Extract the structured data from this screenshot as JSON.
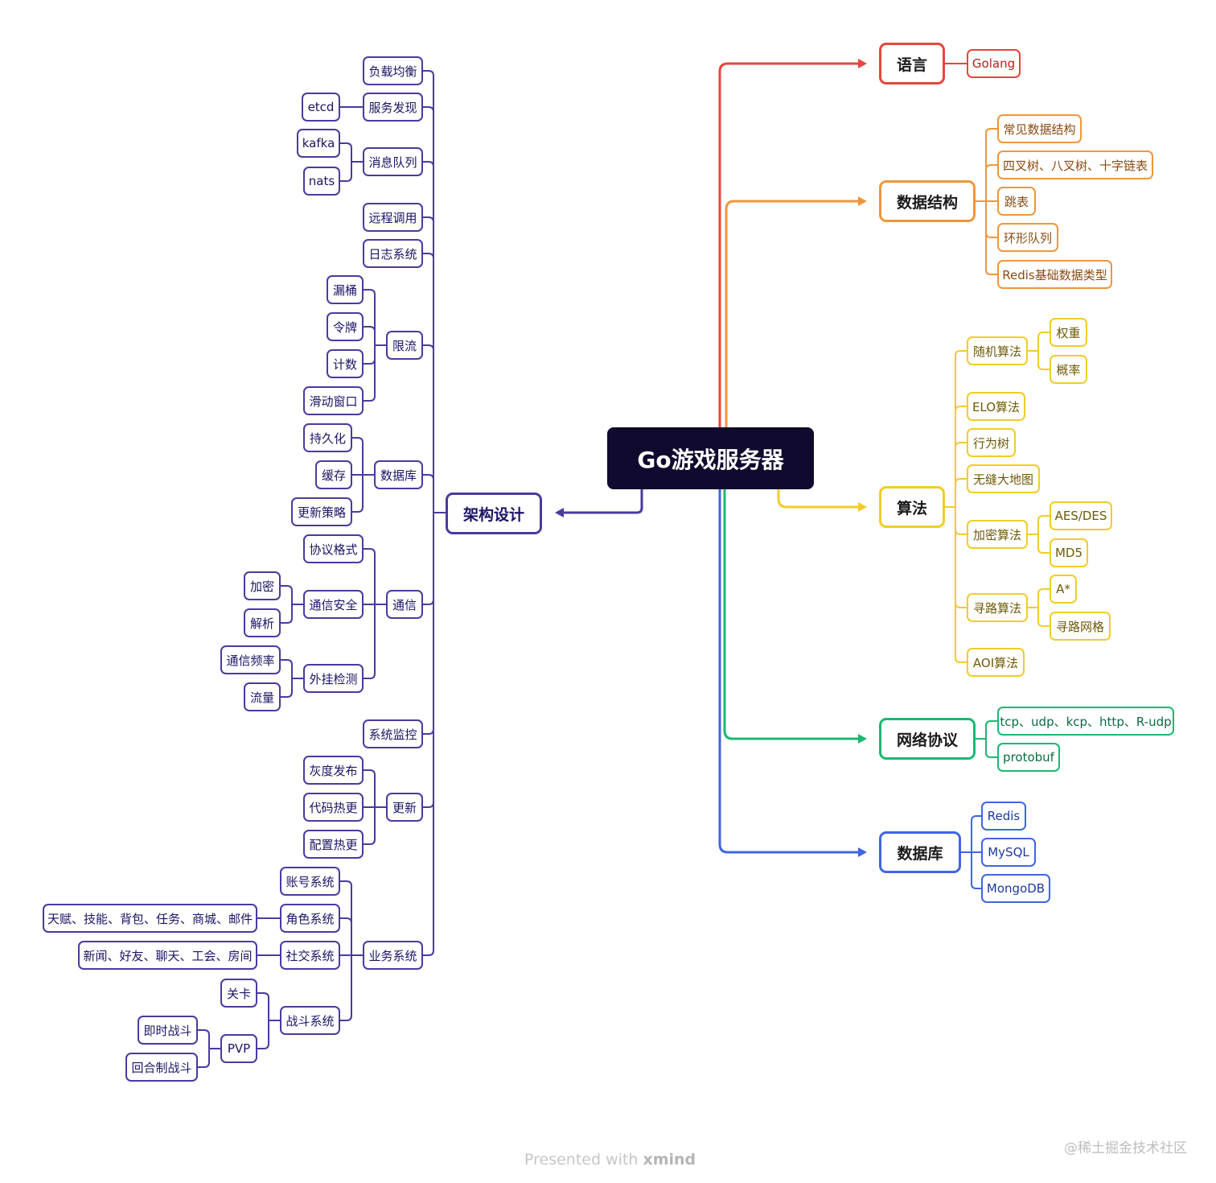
{
  "root": {
    "label": "Go游戏服务器"
  },
  "branches": {
    "arch": {
      "label": "架构设计",
      "color": "#4a3aa0",
      "items": {
        "lb": "负载均衡",
        "sd": {
          "label": "服务发现",
          "children": [
            "etcd"
          ]
        },
        "mq": {
          "label": "消息队列",
          "children": [
            "kafka",
            "nats"
          ]
        },
        "rpc": "远程调用",
        "log": "日志系统",
        "rl": {
          "label": "限流",
          "children": [
            "漏桶",
            "令牌",
            "计数",
            "滑动窗口"
          ]
        },
        "db": {
          "label": "数据库",
          "children": [
            "持久化",
            "缓存",
            "更新策略"
          ]
        },
        "comm": {
          "label": "通信",
          "children": {
            "fmt": "协议格式",
            "sec": {
              "label": "通信安全",
              "children": [
                "加密",
                "解析"
              ]
            },
            "cheat": {
              "label": "外挂检测",
              "children": [
                "通信频率",
                "流量"
              ]
            }
          }
        },
        "mon": "系统监控",
        "upd": {
          "label": "更新",
          "children": [
            "灰度发布",
            "代码热更",
            "配置热更"
          ]
        },
        "biz": {
          "label": "业务系统",
          "children": {
            "acct": "账号系统",
            "role": {
              "label": "角色系统",
              "children": [
                "天赋、技能、背包、任务、商城、邮件"
              ]
            },
            "social": {
              "label": "社交系统",
              "children": [
                "新闻、好友、聊天、工会、房间"
              ]
            },
            "battle": {
              "label": "战斗系统",
              "children": {
                "stage": "关卡",
                "pvp": {
                  "label": "PVP",
                  "children": [
                    "即时战斗",
                    "回合制战斗"
                  ]
                }
              }
            }
          }
        }
      }
    },
    "lang": {
      "label": "语言",
      "color": "#e8453c",
      "children": [
        "Golang"
      ]
    },
    "ds": {
      "label": "数据结构",
      "color": "#f0963c",
      "children": [
        "常见数据结构",
        "四叉树、八叉树、十字链表",
        "跳表",
        "环形队列",
        "Redis基础数据类型"
      ]
    },
    "algo": {
      "label": "算法",
      "color": "#f2cc2a",
      "children": {
        "rand": {
          "label": "随机算法",
          "children": [
            "权重",
            "概率"
          ]
        },
        "elo": "ELO算法",
        "bt": "行为树",
        "map": "无缝大地图",
        "enc": {
          "label": "加密算法",
          "children": [
            "AES/DES",
            "MD5"
          ]
        },
        "path": {
          "label": "寻路算法",
          "children": [
            "A*",
            "寻路网格"
          ]
        },
        "aoi": "AOI算法"
      }
    },
    "net": {
      "label": "网络协议",
      "color": "#1bb872",
      "children": [
        "tcp、udp、kcp、http、R-udp",
        "protobuf"
      ]
    },
    "dbs": {
      "label": "数据库",
      "color": "#3f66e0",
      "children": [
        "Redis",
        "MySQL",
        "MongoDB"
      ]
    }
  },
  "footer": {
    "prefix": "Presented with ",
    "brand": "xmind"
  },
  "watermark": "@稀土掘金技术社区"
}
